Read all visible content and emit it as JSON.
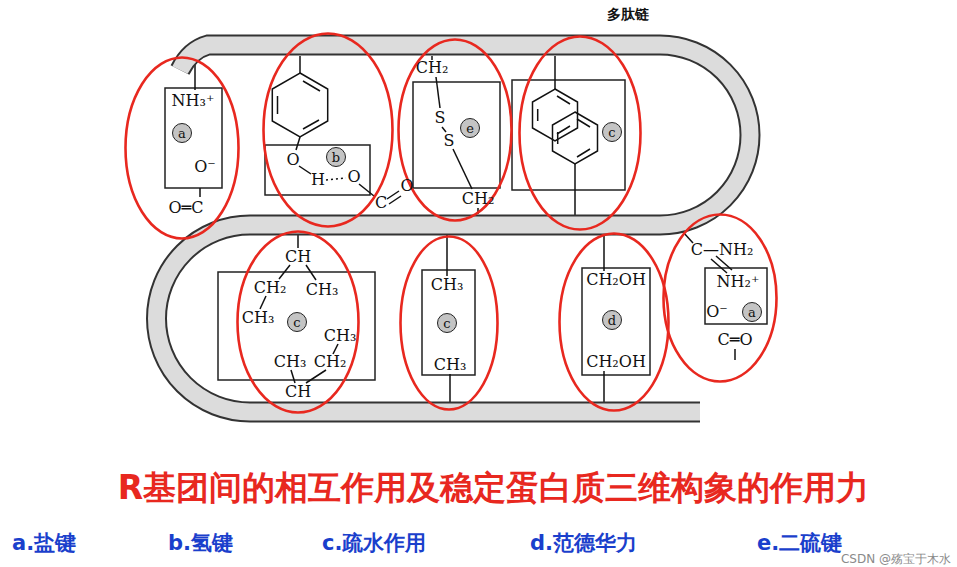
{
  "diagram": {
    "title": "R基团间的相互作用及稳定蛋白质三维构象的作用力",
    "nodes": [
      {
        "text": [
          "多肽链"
        ]
      },
      {
        "text": [
          "NH₃⁺",
          "O⁻",
          "O═C"
        ]
      },
      {
        "text": [
          "a"
        ],
        "in": 1
      },
      {
        "text": [
          "O",
          "H",
          "O"
        ]
      },
      {
        "text": [
          "b"
        ],
        "in": 3
      },
      {
        "text": [
          "CH₂",
          "S",
          "S",
          "CH₂"
        ]
      },
      {
        "text": [
          "e"
        ],
        "in": 5
      },
      {
        "text": []
      },
      {
        "text": [
          "c"
        ],
        "in": 7
      },
      {
        "text": [
          "CH",
          "CH₂",
          "CH₃",
          "CH₃",
          "CH₃",
          "CH₃",
          "CH₂",
          "CH"
        ]
      },
      {
        "text": [
          "c"
        ],
        "in": 9
      },
      {
        "text": [
          "CH₃",
          "CH₃"
        ]
      },
      {
        "text": [
          "c"
        ],
        "in": 11
      },
      {
        "text": [
          "CH₂OH",
          "CH₂OH"
        ]
      },
      {
        "text": [
          "d"
        ],
        "in": 13
      },
      {
        "text": [
          "C—NH₂",
          "NH₂⁺",
          "O⁻",
          "C═O"
        ]
      },
      {
        "text": [
          "a"
        ],
        "in": 15
      }
    ],
    "labels": [
      "C",
      "O",
      "a.盐键",
      "b.氢键",
      "c.疏水作用",
      "d.范德华力",
      "e.二硫键",
      "CSDN @殇宝于木水"
    ]
  }
}
